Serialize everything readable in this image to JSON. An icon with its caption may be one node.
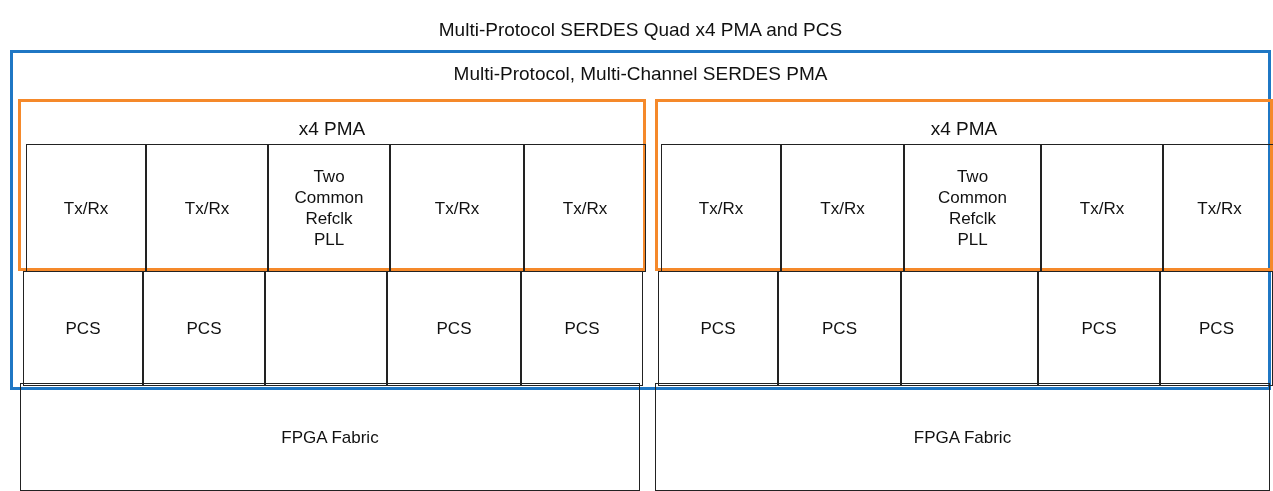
{
  "diagram": {
    "nodes": [
      {
        "text": [
          "Multi-Protocol SERDES Quad x4 PMA and PCS",
          "Multi-Protocol, Multi-Channel SERDES PMA"
        ]
      },
      {
        "text": [
          "x4 PMA"
        ],
        "in": 0
      },
      {
        "text": [
          "Tx/Rx"
        ],
        "in": 1
      },
      {
        "text": [
          "Tx/Rx"
        ],
        "in": 1
      },
      {
        "text": [
          "Two Common Refclk PLL"
        ],
        "in": 1
      },
      {
        "text": [
          "Tx/Rx"
        ],
        "in": 1
      },
      {
        "text": [
          "Tx/Rx"
        ],
        "in": 1
      },
      {
        "text": [
          "x4 PMA"
        ],
        "in": 0
      },
      {
        "text": [
          "Tx/Rx"
        ],
        "in": 7
      },
      {
        "text": [
          "Tx/Rx"
        ],
        "in": 7
      },
      {
        "text": [
          "Two Common Refclk PLL"
        ],
        "in": 7
      },
      {
        "text": [
          "Tx/Rx"
        ],
        "in": 7
      },
      {
        "text": [
          "Tx/Rx"
        ],
        "in": 7
      },
      {
        "text": [
          "PCS"
        ],
        "in": 0
      },
      {
        "text": [
          "PCS"
        ],
        "in": 0
      },
      {
        "text": [],
        "shape": "box",
        "in": 0
      },
      {
        "text": [
          "PCS"
        ],
        "in": 0
      },
      {
        "text": [
          "PCS"
        ],
        "in": 0
      },
      {
        "text": [
          "PCS"
        ],
        "in": 0
      },
      {
        "text": [
          "PCS"
        ],
        "in": 0
      },
      {
        "text": [],
        "shape": "box",
        "in": 0
      },
      {
        "text": [
          "PCS"
        ],
        "in": 0
      },
      {
        "text": [
          "PCS"
        ],
        "in": 0
      },
      {
        "text": [
          "FPGA Fabric"
        ]
      },
      {
        "text": [
          "FPGA Fabric"
        ]
      }
    ]
  }
}
